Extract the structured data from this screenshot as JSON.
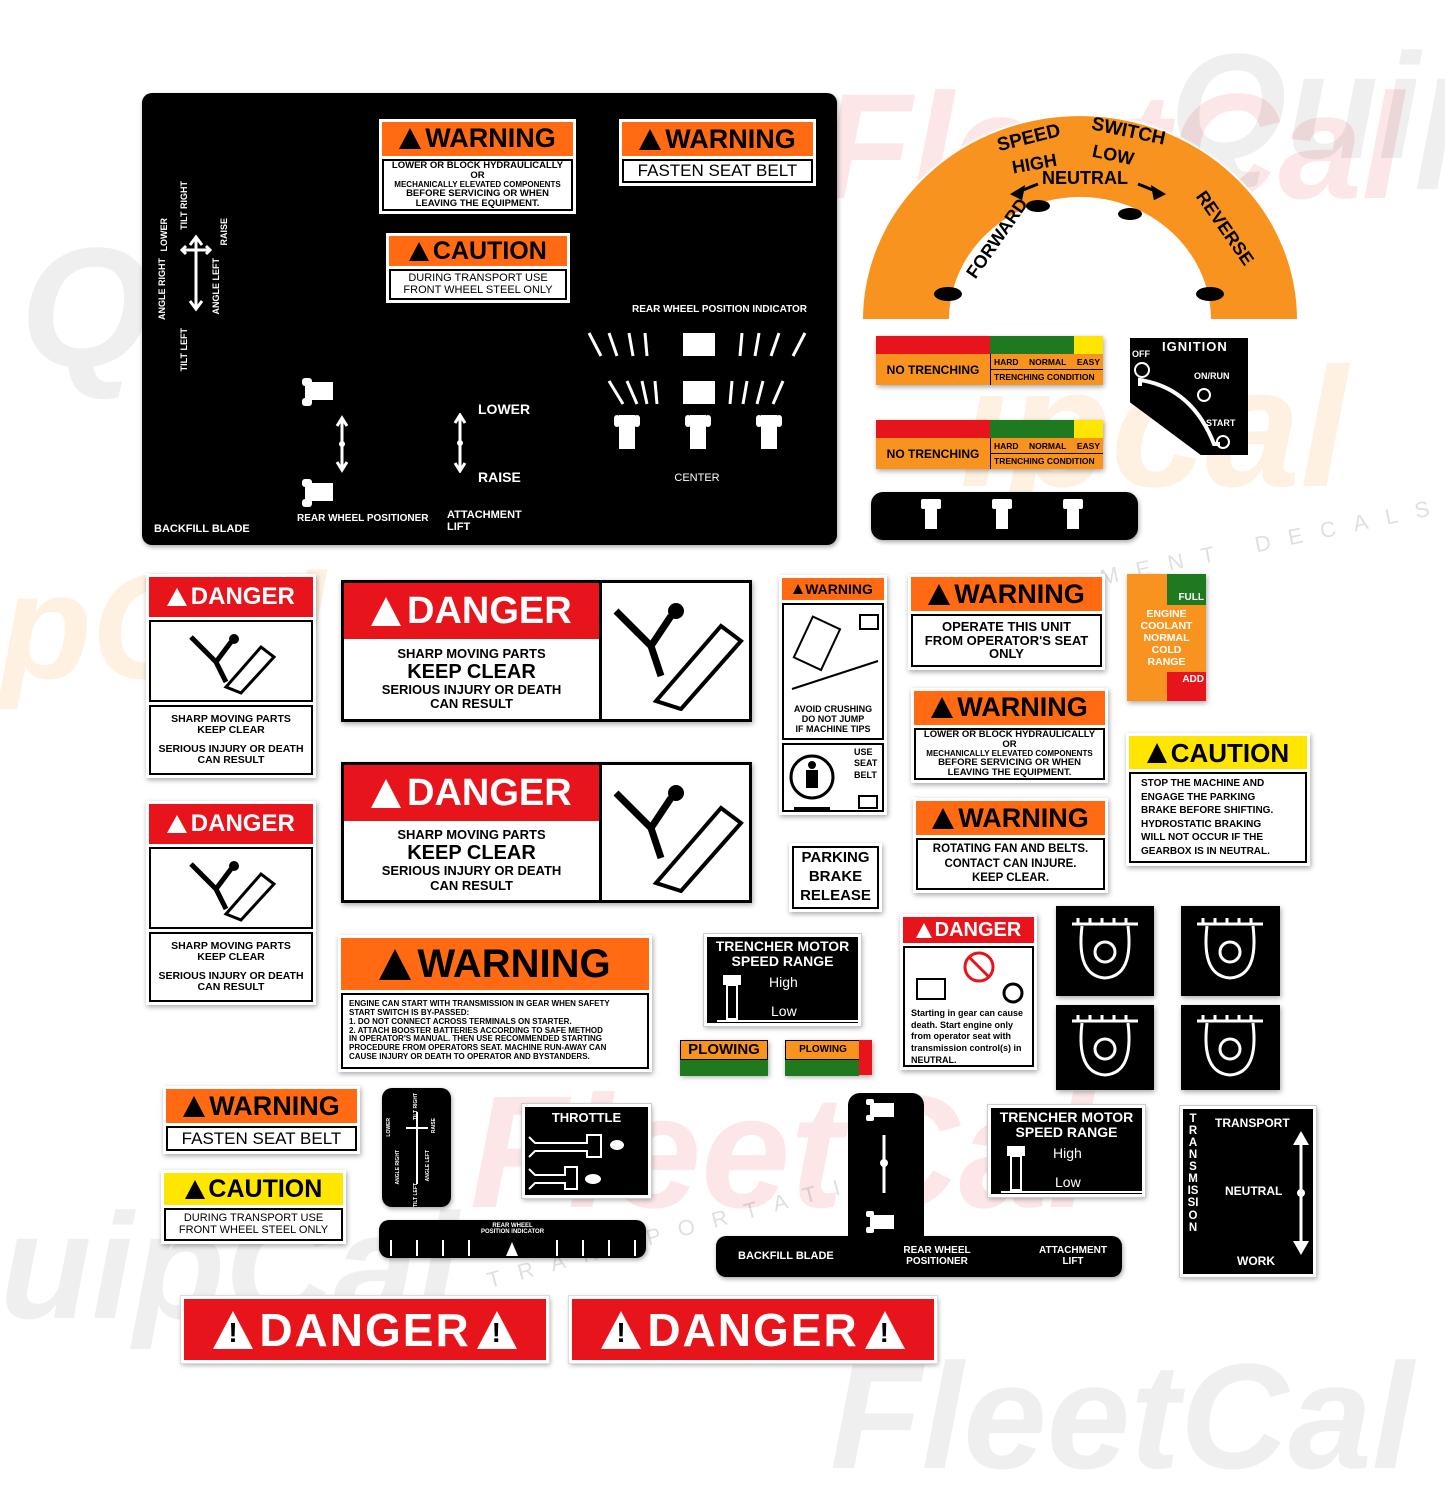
{
  "watermarks": [
    "FleetCal",
    "QuipCal",
    "EQUIPMENT DECALS",
    "TRANSPORTATION GRAPHICS"
  ],
  "colors": {
    "warning_orange": "#ff6a13",
    "caution_yellow": "#ffe600",
    "danger_red": "#e8141c",
    "arc_orange": "#f7931e",
    "green": "#1f7a1f"
  },
  "main_panel": {
    "warning_lower": {
      "header": "WARNING",
      "lines": [
        "LOWER OR BLOCK HYDRAULICALLY OR",
        "MECHANICALLY ELEVATED COMPONENTS",
        "BEFORE SERVICING OR WHEN",
        "LEAVING THE EQUIPMENT."
      ]
    },
    "warning_seatbelt": {
      "header": "WARNING",
      "text": "FASTEN SEAT BELT"
    },
    "caution_transport": {
      "header": "CAUTION",
      "lines": [
        "DURING TRANSPORT USE",
        "FRONT WHEEL STEEL ONLY"
      ]
    },
    "blade_labels": {
      "tilt_right": "TILT RIGHT",
      "lower": "LOWER",
      "raise": "RAISE",
      "angle_right": "ANGLE RIGHT",
      "angle_left": "ANGLE LEFT",
      "tilt_left": "TILT LEFT"
    },
    "rear_wheel_indicator": "REAR WHEEL POSITION INDICATOR",
    "center": "CENTER",
    "lower": "LOWER",
    "raise": "RAISE",
    "attachment_lift": "ATTACHMENT LIFT",
    "rear_wheel_positioner": "REAR WHEEL POSITIONER",
    "backfill_blade": "BACKFILL BLADE"
  },
  "speed_arc": {
    "speed": "SPEED",
    "switch": "SWITCH",
    "high": "HIGH",
    "low": "LOW",
    "neutral": "NEUTRAL",
    "forward": "FORWARD",
    "reverse": "REVERSE"
  },
  "trenching": {
    "no_trenching": "NO TRENCHING",
    "hard": "HARD",
    "normal": "NORMAL",
    "easy": "EASY",
    "condition": "TRENCHING CONDITION"
  },
  "ignition": {
    "title": "IGNITION",
    "off": "OFF",
    "on_run": "ON/RUN",
    "start": "START"
  },
  "danger_small": {
    "header": "DANGER",
    "l1": "SHARP MOVING PARTS",
    "l2": "KEEP CLEAR",
    "l3": "SERIOUS INJURY OR DEATH",
    "l4": "CAN RESULT"
  },
  "danger_big": {
    "header": "DANGER",
    "l1": "SHARP MOVING PARTS",
    "l2": "KEEP CLEAR",
    "l3": "SERIOUS INJURY OR DEATH",
    "l4": "CAN RESULT"
  },
  "warning_crushing": {
    "header": "WARNING",
    "lines": [
      "AVOID CRUSHING",
      "DO NOT JUMP",
      "IF MACHINE TIPS"
    ],
    "seat_belt": [
      "USE",
      "SEAT",
      "BELT"
    ]
  },
  "parking_brake": [
    "PARKING",
    "BRAKE",
    "RELEASE"
  ],
  "warning_operate": {
    "header": "WARNING",
    "lines": [
      "OPERATE THIS UNIT",
      "FROM OPERATOR'S SEAT",
      "ONLY"
    ]
  },
  "coolant": {
    "full": "FULL",
    "lines": [
      "ENGINE",
      "COOLANT",
      "NORMAL",
      "COLD",
      "RANGE"
    ],
    "add": "ADD"
  },
  "warning_lower2": {
    "header": "WARNING",
    "lines": [
      "LOWER OR BLOCK HYDRAULICALLY OR",
      "MECHANICALLY ELEVATED COMPONENTS",
      "BEFORE SERVICING OR WHEN",
      "LEAVING THE EQUIPMENT."
    ]
  },
  "warning_fan": {
    "header": "WARNING",
    "lines": [
      "ROTATING FAN AND BELTS.",
      "CONTACT CAN INJURE.",
      "KEEP CLEAR."
    ]
  },
  "caution_stop": {
    "header": "CAUTION",
    "lines": [
      "STOP THE MACHINE AND",
      "ENGAGE THE PARKING",
      "BRAKE BEFORE SHIFTING.",
      "HYDROSTATIC BRAKING",
      "WILL NOT OCCUR IF THE",
      "GEARBOX IS IN NEUTRAL."
    ]
  },
  "warning_engine": {
    "header": "WARNING",
    "lines": [
      "ENGINE CAN START WITH TRANSMISSION IN GEAR WHEN SAFETY",
      "START SWITCH IS BY-PASSED:",
      "1. DO NOT CONNECT ACROSS TERMINALS ON STARTER.",
      "2. ATTACH BOOSTER BATTERIES ACCORDING TO SAFE METHOD",
      "IN OPERATOR'S MANUAL. THEN USE RECOMMENDED STARTING",
      "PROCEDURE FROM OPERATORS SEAT. MACHINE RUN-AWAY CAN",
      "CAUSE INJURY OR DEATH TO OPERATOR AND BYSTANDERS."
    ]
  },
  "trencher_speed": {
    "title1": "TRENCHER MOTOR",
    "title2": "SPEED RANGE",
    "high": "High",
    "low": "Low"
  },
  "plowing": "PLOWING",
  "danger_starting": {
    "header": "DANGER",
    "lines": [
      "Starting in gear can cause",
      "death.  Start engine only",
      "from operator seat with",
      "transmission control(s) in",
      "NEUTRAL."
    ]
  },
  "warning_fasten_small": {
    "header": "WARNING",
    "text": "FASTEN SEAT BELT"
  },
  "caution_small": {
    "header": "CAUTION",
    "lines": [
      "DURING TRANSPORT USE",
      "FRONT WHEEL STEEL ONLY"
    ]
  },
  "throttle": "THROTTLE",
  "rear_wheel_bar": "REAR WHEEL POSITION INDICATOR",
  "t_panel": {
    "backfill": "BACKFILL BLADE",
    "positioner": "REAR WHEEL POSITIONER",
    "lift": "ATTACHMENT LIFT"
  },
  "transmission": {
    "vertical": "TRANSMISSION",
    "transport": "TRANSPORT",
    "neutral": "NEUTRAL",
    "work": "WORK"
  },
  "danger_strip": "DANGER"
}
